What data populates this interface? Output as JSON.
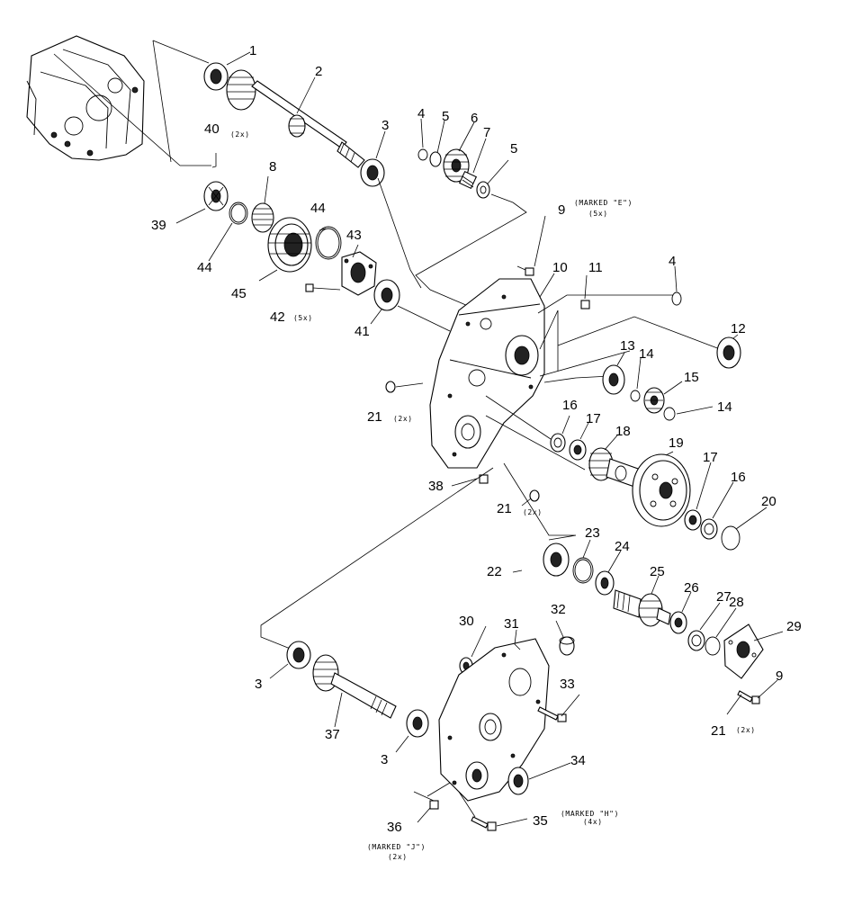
{
  "callouts": {
    "n1": "1",
    "n2": "2",
    "n3a": "3",
    "n4a": "4",
    "n5a": "5",
    "n6": "6",
    "n7": "7",
    "n5b": "5",
    "n9a": "9",
    "note_marked_e": "(MARKED \"E\")",
    "note_5x_a": "(5x)",
    "n10": "10",
    "n11": "11",
    "n4b": "4",
    "n12": "12",
    "n13": "13",
    "n14a": "14",
    "n15": "15",
    "n14b": "14",
    "n40": "40",
    "note_2x_40": "(2x)",
    "n8": "8",
    "n39": "39",
    "n44a": "44",
    "n44b": "44",
    "n43": "43",
    "n45": "45",
    "n42": "42",
    "note_5x_42": "(5x)",
    "n41": "41",
    "n21a": "21",
    "note_2x_21a": "(2x)",
    "n16a": "16",
    "n17a": "17",
    "n18": "18",
    "n19": "19",
    "n17b": "17",
    "n16b": "16",
    "n20": "20",
    "n38": "38",
    "n21b": "21",
    "note_2x_21b": "(2x)",
    "n22": "22",
    "n23": "23",
    "n24": "24",
    "n25": "25",
    "n26": "26",
    "n27": "27",
    "n28": "28",
    "n29": "29",
    "n30": "30",
    "n31": "31",
    "n32": "32",
    "n9b": "9",
    "n3b": "3",
    "n37": "37",
    "n33": "33",
    "n21c": "21",
    "note_2x_21c": "(2x)",
    "n3c": "3",
    "n34": "34",
    "n36": "36",
    "n35": "35",
    "note_marked_h": "(MARKED \"H\")",
    "note_4x": "(4x)",
    "note_marked_j": "(MARKED \"J\")",
    "note_2x_36": "(2x)"
  },
  "colors": {
    "line": "#000000",
    "background": "#ffffff"
  }
}
